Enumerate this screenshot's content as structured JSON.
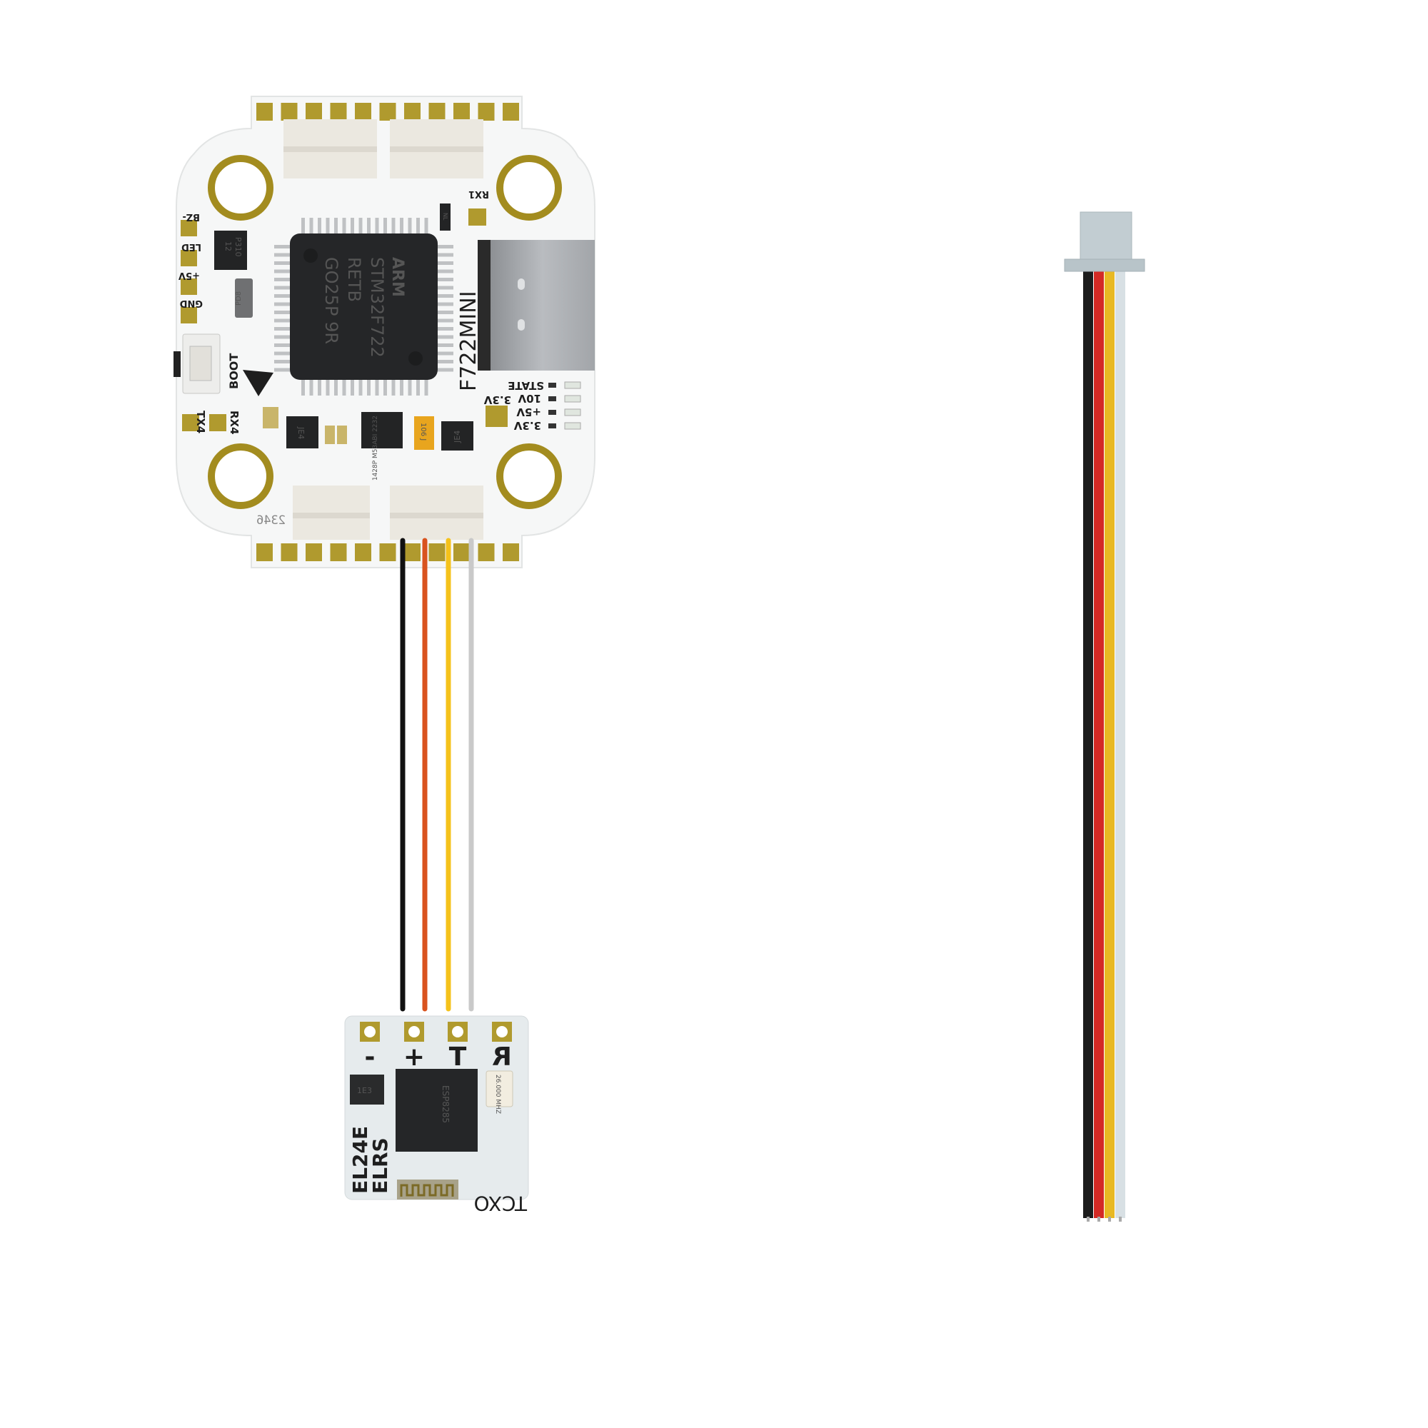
{
  "flight_controller": {
    "model_label": "F722MINI",
    "mcu": {
      "line1": "ARM",
      "line2": "STM32F722",
      "line3": "RETB",
      "line4": "GO25P 9R"
    },
    "pad_labels": {
      "bz": "BZ-",
      "led": "LED",
      "v5_left": "+5V",
      "gnd": "GND",
      "boot": "BOOT",
      "tx4": "TX4",
      "rx4": "RX4",
      "rx1": "RX1",
      "v33_pad": "3.3V"
    },
    "led_labels": [
      "STATE",
      "10V",
      "+5V",
      "3.3V"
    ],
    "chip_marks": {
      "p310": "P310",
      "p310_sub": "12",
      "pd8": "PD8",
      "je4_left": "JE4",
      "je4_right": "JE4",
      "regulator": "1428P M53ABI 2232",
      "tant_cap": "106 J",
      "nl": "NL"
    },
    "date_code": "2346"
  },
  "wires": {
    "colors": [
      "#111111",
      "#d9531e",
      "#f5c21b",
      "#c9c9c9"
    ]
  },
  "receiver": {
    "pad_labels": [
      "-",
      "+",
      "T",
      "R"
    ],
    "brand": "ELRS",
    "model": "EL24E",
    "tcxo_label": "TCXO",
    "chip_text": "ESP8285",
    "crystal_text": "26.000 MHZ",
    "ldo_mark": "1E3"
  },
  "cable": {
    "wire_colors": [
      "#1c1c1c",
      "#d42a25",
      "#e8b923",
      "#d8e0e4"
    ],
    "connector_color": "#c2cdd2"
  }
}
